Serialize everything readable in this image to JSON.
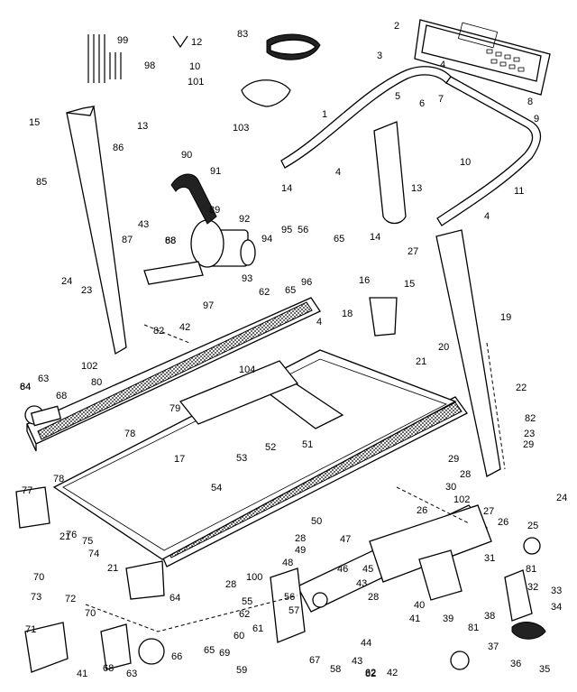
{
  "labels": {
    "l1": "1",
    "l2": "2",
    "l3": "3",
    "l4a": "4",
    "l4b": "4",
    "l4c": "4",
    "l4d": "4",
    "l5": "5",
    "l6": "6",
    "l7": "7",
    "l8": "8",
    "l9": "9",
    "l10a": "10",
    "l10b": "10",
    "l11": "11",
    "l12": "12",
    "l13a": "13",
    "l13b": "13",
    "l14a": "14",
    "l14b": "14",
    "l15a": "15",
    "l15b": "15",
    "l16": "16",
    "l17": "17",
    "l18": "18",
    "l19": "19",
    "l20": "20",
    "l21a": "21",
    "l21b": "21",
    "l21c": "21",
    "l22": "22",
    "l23a": "23",
    "l23b": "23",
    "l24a": "24",
    "l24b": "24",
    "l25": "25",
    "l26a": "26",
    "l26b": "26",
    "l27a": "27",
    "l27b": "27",
    "l28a": "28",
    "l28b": "28",
    "l28c": "28",
    "l28d": "28",
    "l29a": "29",
    "l29b": "29",
    "l30": "30",
    "l31": "31",
    "l32": "32",
    "l33": "33",
    "l34": "34",
    "l35": "35",
    "l36": "36",
    "l37": "37",
    "l38": "38",
    "l39": "39",
    "l40": "40",
    "l41a": "41",
    "l41b": "41",
    "l42a": "42",
    "l42b": "42",
    "l43a": "43",
    "l43b": "43",
    "l43c": "43",
    "l44": "44",
    "l45": "45",
    "l46": "46",
    "l47": "47",
    "l48": "48",
    "l49": "49",
    "l50": "50",
    "l51": "51",
    "l52": "52",
    "l53": "53",
    "l54": "54",
    "l55": "55",
    "l56a": "56",
    "l56b": "56",
    "l57": "57",
    "l58": "58",
    "l59": "59",
    "l60": "60",
    "l61": "61",
    "l62a": "62",
    "l62b": "62",
    "l62c": "62",
    "l63a": "63",
    "l63b": "63",
    "l64a": "64",
    "l64b": "64",
    "l65a": "65",
    "l65b": "65",
    "l65c": "65",
    "l66": "66",
    "l67": "67",
    "l68a": "68",
    "l68b": "68",
    "l68c": "68",
    "l69": "69",
    "l70a": "70",
    "l70b": "70",
    "l71": "71",
    "l72": "72",
    "l73": "73",
    "l74": "74",
    "l75": "75",
    "l76": "76",
    "l77": "77",
    "l78a": "78",
    "l78b": "78",
    "l79": "79",
    "l80": "80",
    "l81a": "81",
    "l81b": "81",
    "l82a": "82",
    "l82b": "82",
    "l82c": "82",
    "l83": "83",
    "l84": "84",
    "l85": "85",
    "l86": "86",
    "l87": "87",
    "l88": "88",
    "l89": "89",
    "l90": "90",
    "l91": "91",
    "l92": "92",
    "l93": "93",
    "l94": "94",
    "l95": "95",
    "l96": "96",
    "l97": "97",
    "l98": "98",
    "l99": "99",
    "l100": "100",
    "l101": "101",
    "l102a": "102",
    "l102b": "102",
    "l103": "103",
    "l104": "104"
  }
}
